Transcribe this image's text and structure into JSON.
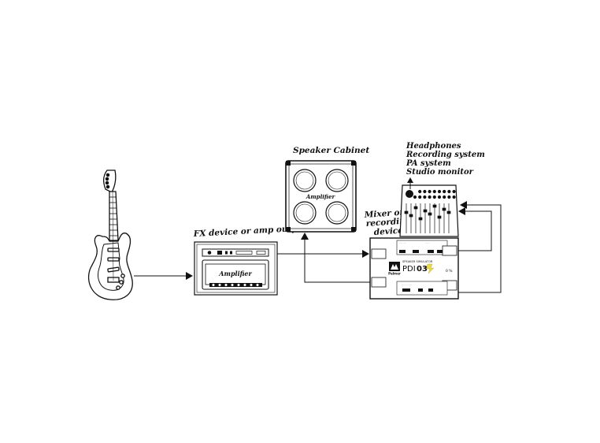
{
  "labels": {
    "fx_device": "FX device or amp output",
    "speaker_cabinet": "Speaker Cabinet",
    "mixer_line1": "Mixer or",
    "mixer_line2": "recording",
    "mixer_line3": "device",
    "outputs": [
      "Headphones",
      "Recording system",
      "PA system",
      "Studio monitor"
    ]
  },
  "devices": {
    "amp_logo": "Amplifier",
    "cabinet_logo": "Amplifier",
    "pdi_brand": "Palmer",
    "pdi_subtitle": "SPEAKER SIMULATOR",
    "pdi_model_prefix": "PDI",
    "pdi_model_number": "03",
    "pdi_side_mark": "0 %"
  }
}
